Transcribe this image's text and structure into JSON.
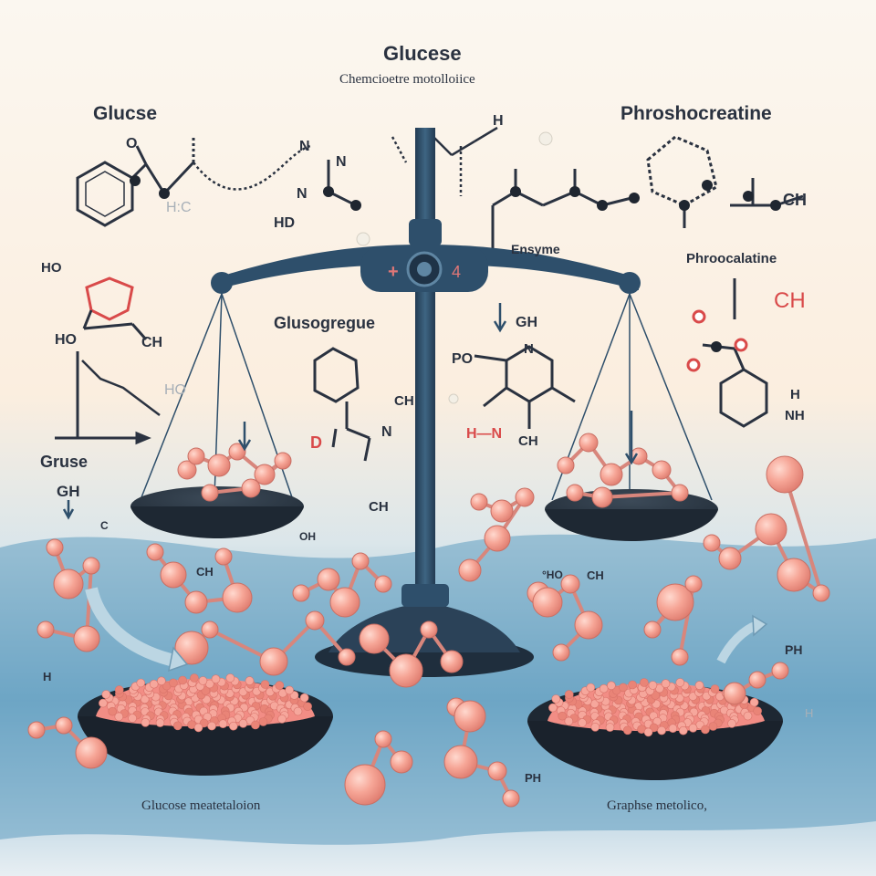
{
  "texts": {
    "title_top": "Glucese",
    "subtitle_top": "Chemcioetre motolloiice",
    "label_glucse_left": "Glucse",
    "label_phosphocreatine": "Phroshocreatine",
    "label_glusogregue": "Glusogregue",
    "label_enzyme": "Ensyme",
    "label_phroscalatine": "Phroocalatine",
    "label_gruse": "Gruse",
    "label_glucose_metabolism": "Glucose meatetaloion",
    "label_graphse_metabolism": "Graphse metolico,"
  },
  "chem": {
    "ho_left": "HO",
    "hc_faint": "H:C",
    "h_top": "H",
    "o1": "O",
    "n1": "N",
    "n2": "N",
    "hd_left": "HD",
    "n3": "N",
    "ho_mid_left": "HO",
    "ch_left_ring": "CH",
    "ho_diagram": "HO",
    "ch_right_top": "CH",
    "ch_big_faint": "CH",
    "ch_right_mid": "CH",
    "h_right": "H",
    "nh_right": "NH",
    "gh_center": "GH",
    "po_center": "PO",
    "hn_center": "H—N",
    "ch_center": "CH",
    "n_center": "N",
    "ch3_center": "CH",
    "n_mid": "N",
    "d_mid": "D",
    "ch_mid_right": "CH",
    "gh_left": "GH",
    "c_left": "C",
    "h_left_low": "H",
    "ch_scatter": "CH",
    "ch_scatter2": "CH",
    "oh_scatter": "OH",
    "o_hc": "HO",
    "ph_right": "PH",
    "ph_bottom": "PH",
    "h_faint_right": "H",
    "pho_label": "°HO",
    "ch_label": "CH"
  },
  "colors": {
    "background": "#fbf6ee",
    "blue_fog": "#4d8fb3",
    "balance": "#2e4f6b",
    "molecule": "#f29a8f",
    "bond": "#d8867c",
    "text": "#2a3240",
    "accent_red": "#d94a4a"
  }
}
